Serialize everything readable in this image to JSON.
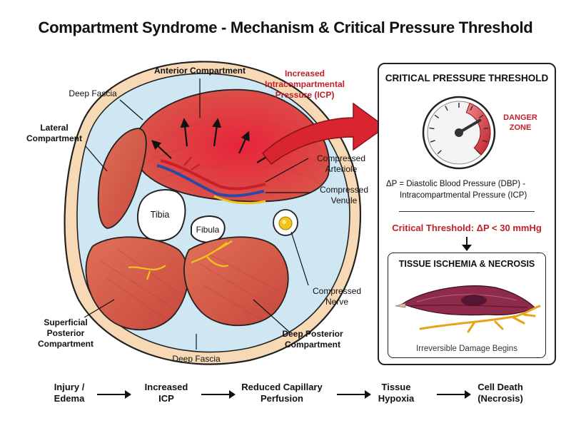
{
  "title": "Compartment Syndrome - Mechanism & Critical Pressure Threshold",
  "labels": {
    "anterior_compartment": "Anterior Compartment",
    "deep_fascia_top": "Deep Fascia",
    "lateral_compartment_1": "Lateral",
    "lateral_compartment_2": "Compartment",
    "icp_1": "Increased",
    "icp_2": "Intracompartmental",
    "icp_3": "Pressure (ICP)",
    "tibia": "Tibia",
    "fibula": "Fibula",
    "compressed_arteriole_1": "Compressed",
    "compressed_arteriole_2": "Arteriole",
    "compressed_venule_1": "Compressed",
    "compressed_venule_2": "Venule",
    "compressed_nerve_1": "Compressed",
    "compressed_nerve_2": "Nerve",
    "superficial_posterior_1": "Superficial",
    "superficial_posterior_2": "Posterior",
    "superficial_posterior_3": "Compartment",
    "deep_posterior_1": "Deep Posterior",
    "deep_posterior_2": "Compartment",
    "deep_fascia_bottom": "Deep Fascia"
  },
  "panel": {
    "title": "CRITICAL PRESSURE THRESHOLD",
    "danger_1": "DANGER",
    "danger_2": "ZONE",
    "gauge_level": 0.72,
    "formula_line1": "ΔP = Diastolic Blood Pressure (DBP) -",
    "formula_line2": "Intracompartmental Pressure (ICP)",
    "threshold": "Critical Threshold: ΔP < 30 mmHg",
    "subbox_title": "TISSUE ISCHEMIA & NECROSIS",
    "subbox_caption": "Irreversible Damage Begins"
  },
  "flow": [
    {
      "l1": "Injury /",
      "l2": "Edema"
    },
    {
      "l1": "Increased",
      "l2": "ICP"
    },
    {
      "l1": "Reduced Capillary",
      "l2": "Perfusion"
    },
    {
      "l1": "Tissue",
      "l2": "Hypoxia"
    },
    {
      "l1": "Cell Death",
      "l2": "(Necrosis)"
    }
  ],
  "colors": {
    "muscle": "#d9584a",
    "fascia": "#cfe6f3",
    "bone_border": "#222222",
    "danger": "#c0202a",
    "artery": "#c8202a",
    "vein": "#2a4aa8",
    "nerve": "#f0c419"
  }
}
